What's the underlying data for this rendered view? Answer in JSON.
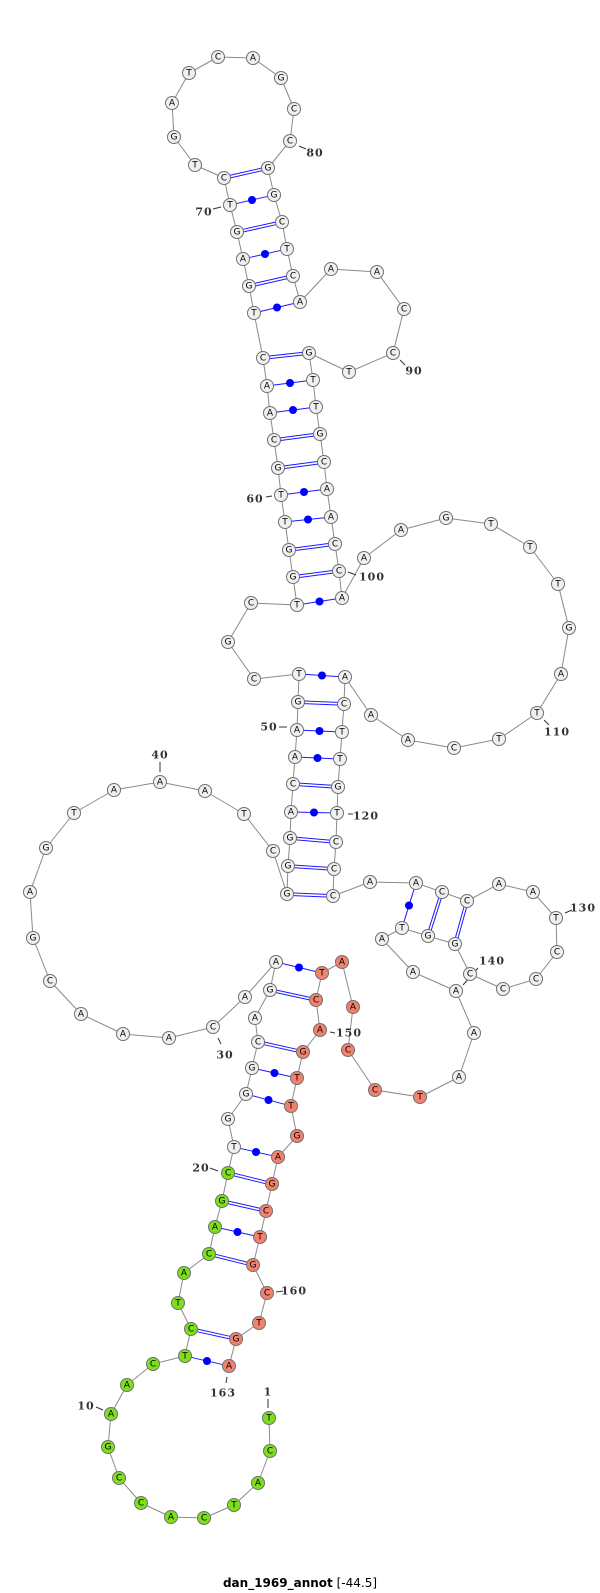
{
  "title": {
    "name": "dan_1969_annot",
    "energy": "[-44.5]"
  },
  "sequence": "TCATCACCGAACTCTACAGCTGGGCAGAACAAACGAGTAAATCGGGACAAGTCGCTGGTTGCAACTGAGTCTGATCAGCCGGCTCAAACCTGTTGCAACCAAAGTTTGATTCAAACTTGTCCCAACCAATCCCCGGTAAAAATCCAATCAGTTGAGCTGCTGA",
  "pairs": [
    [
      13,
      163
    ],
    [
      14,
      162
    ],
    [
      17,
      159
    ],
    [
      18,
      158
    ],
    [
      19,
      157
    ],
    [
      20,
      156
    ],
    [
      21,
      155
    ],
    [
      23,
      153
    ],
    [
      24,
      152
    ],
    [
      25,
      151
    ],
    [
      27,
      149
    ],
    [
      28,
      148
    ],
    [
      44,
      123
    ],
    [
      45,
      122
    ],
    [
      46,
      121
    ],
    [
      47,
      120
    ],
    [
      48,
      119
    ],
    [
      49,
      118
    ],
    [
      50,
      117
    ],
    [
      51,
      116
    ],
    [
      52,
      115
    ],
    [
      56,
      101
    ],
    [
      57,
      100
    ],
    [
      58,
      99
    ],
    [
      59,
      98
    ],
    [
      60,
      97
    ],
    [
      61,
      96
    ],
    [
      62,
      95
    ],
    [
      63,
      94
    ],
    [
      64,
      93
    ],
    [
      65,
      92
    ],
    [
      66,
      86
    ],
    [
      67,
      85
    ],
    [
      68,
      84
    ],
    [
      69,
      83
    ],
    [
      70,
      82
    ],
    [
      71,
      81
    ],
    [
      125,
      137
    ],
    [
      126,
      136
    ],
    [
      127,
      135
    ]
  ],
  "position_labels": [
    1,
    10,
    20,
    30,
    40,
    50,
    60,
    70,
    80,
    90,
    100,
    110,
    120,
    130,
    140,
    150,
    160,
    163
  ],
  "annotations": [
    {
      "name": "green-region",
      "from": 1,
      "to": 20,
      "color": "#7ee01a"
    },
    {
      "name": "red-region",
      "from": 143,
      "to": 163,
      "color": "#f2826f"
    }
  ],
  "colors": {
    "default_fill": "#f0f0f0",
    "pair": "#0000ff",
    "backbone": "#8a8a8a"
  }
}
